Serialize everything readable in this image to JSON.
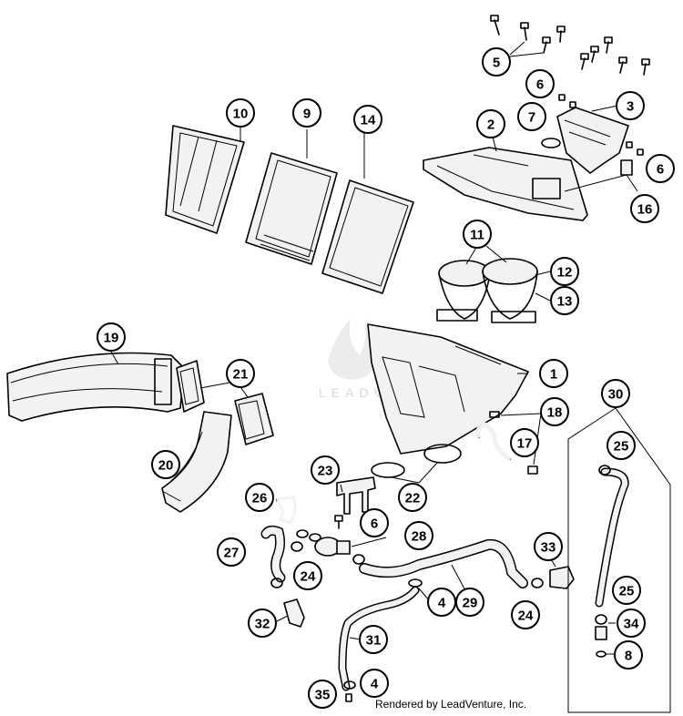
{
  "diagram": {
    "credit": "Rendered by LeadVenture, Inc.",
    "watermark": "LEADVENTURE"
  },
  "callouts": [
    {
      "id": "c5",
      "label": "5"
    },
    {
      "id": "c6a",
      "label": "6"
    },
    {
      "id": "c3",
      "label": "3"
    },
    {
      "id": "c7",
      "label": "7"
    },
    {
      "id": "c2",
      "label": "2"
    },
    {
      "id": "c6b",
      "label": "6"
    },
    {
      "id": "c16",
      "label": "16"
    },
    {
      "id": "c10",
      "label": "10"
    },
    {
      "id": "c9",
      "label": "9"
    },
    {
      "id": "c14",
      "label": "14"
    },
    {
      "id": "c11",
      "label": "11"
    },
    {
      "id": "c12",
      "label": "12"
    },
    {
      "id": "c13",
      "label": "13"
    },
    {
      "id": "c19",
      "label": "19"
    },
    {
      "id": "c21",
      "label": "21"
    },
    {
      "id": "c1",
      "label": "1"
    },
    {
      "id": "c30",
      "label": "30"
    },
    {
      "id": "c18",
      "label": "18"
    },
    {
      "id": "c17",
      "label": "17"
    },
    {
      "id": "c25a",
      "label": "25"
    },
    {
      "id": "c20",
      "label": "20"
    },
    {
      "id": "c23",
      "label": "23"
    },
    {
      "id": "c22",
      "label": "22"
    },
    {
      "id": "c26",
      "label": "26"
    },
    {
      "id": "c6c",
      "label": "6"
    },
    {
      "id": "c28",
      "label": "28"
    },
    {
      "id": "c27",
      "label": "27"
    },
    {
      "id": "c33",
      "label": "33"
    },
    {
      "id": "c24a",
      "label": "24"
    },
    {
      "id": "c25b",
      "label": "25"
    },
    {
      "id": "c4a",
      "label": "4"
    },
    {
      "id": "c29",
      "label": "29"
    },
    {
      "id": "c24b",
      "label": "24"
    },
    {
      "id": "c32",
      "label": "32"
    },
    {
      "id": "c34",
      "label": "34"
    },
    {
      "id": "c31",
      "label": "31"
    },
    {
      "id": "c8",
      "label": "8"
    },
    {
      "id": "c4b",
      "label": "4"
    },
    {
      "id": "c35",
      "label": "35"
    }
  ]
}
